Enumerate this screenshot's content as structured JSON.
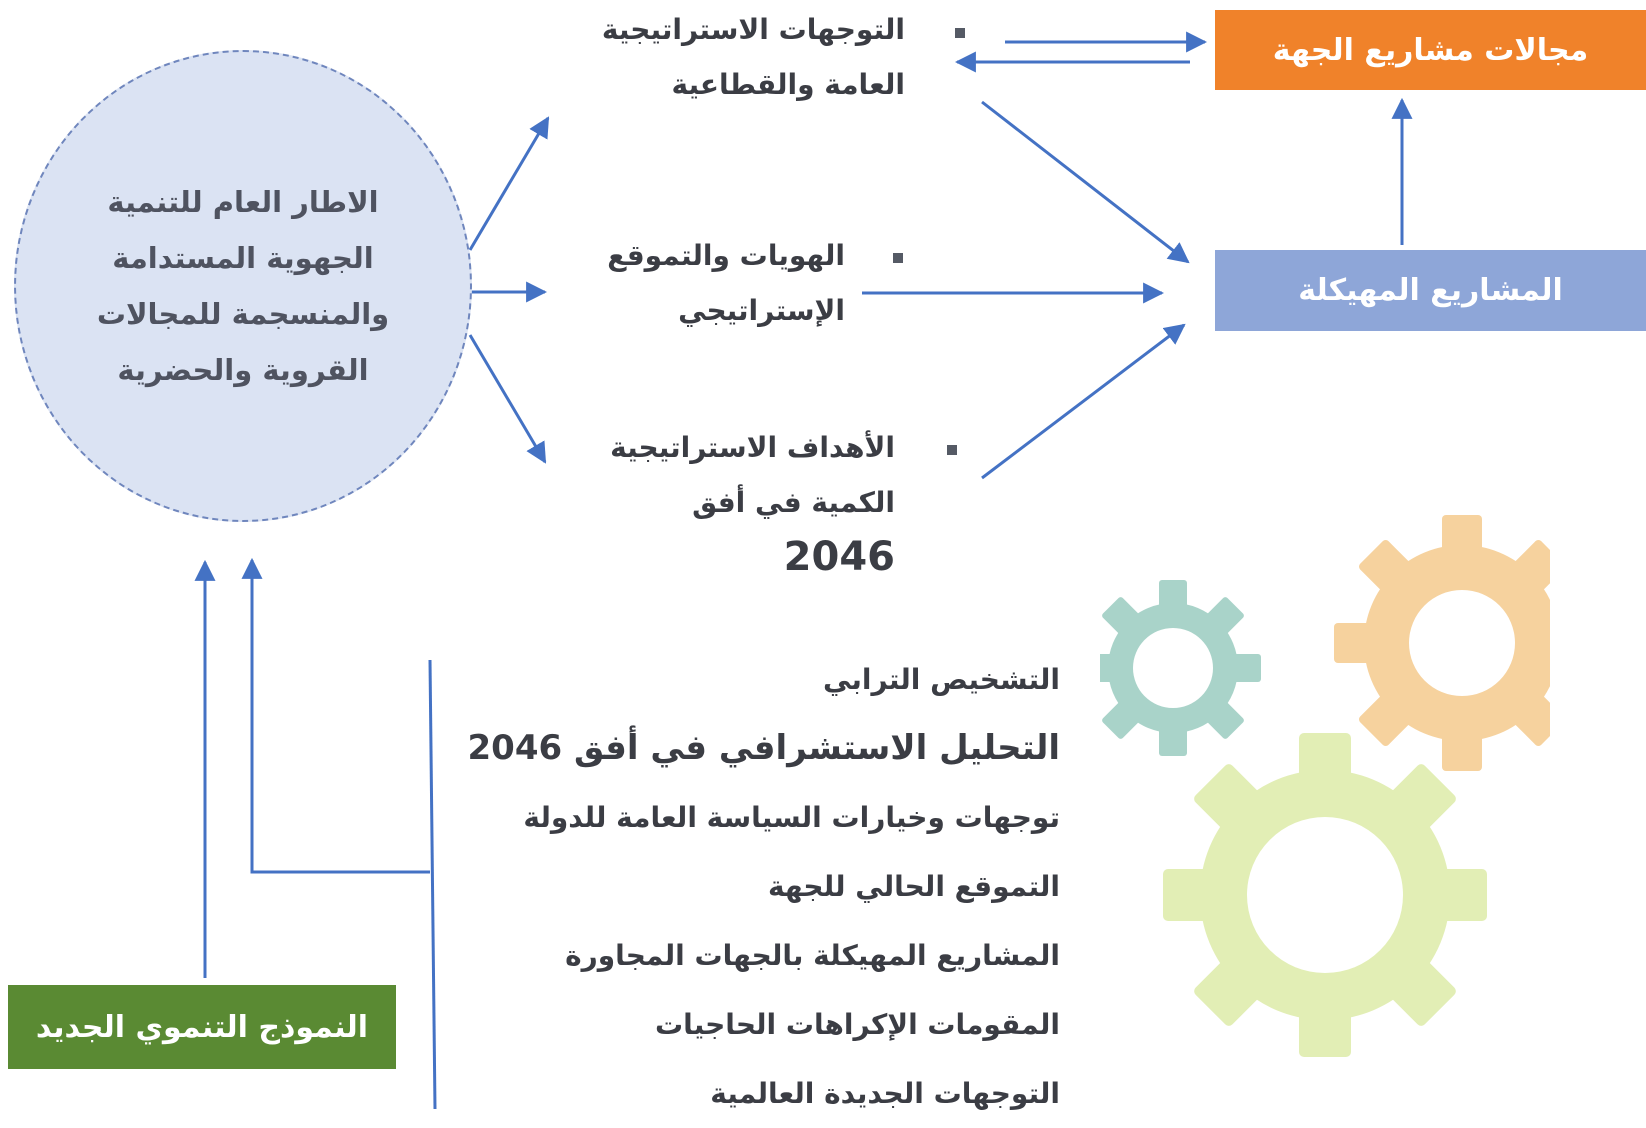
{
  "circle": {
    "lines": [
      "الاطار العام للتنمية",
      "الجهوية المستدامة",
      "والمنسجمة للمجالات",
      "القروية والحضرية"
    ]
  },
  "strategic_items": [
    {
      "lines": [
        "التوجهات الاستراتيجية",
        "العامة والقطاعية"
      ]
    },
    {
      "lines": [
        "الهويات والتموقع",
        "الإستراتيجي"
      ]
    },
    {
      "lines": [
        "الأهداف الاستراتيجية",
        "الكمية في أفق",
        "2046"
      ]
    }
  ],
  "boxes": {
    "project_domains": "مجالات مشاريع الجهة",
    "structural_projects": "المشاريع المهيكلة",
    "development_model": "النموذج التنموي الجديد"
  },
  "inputs": [
    "التشخيص الترابي",
    "التحليل الاستشرافي في أفق 2046",
    "توجهات وخيارات السياسة العامة للدولة",
    "التموقع الحالي للجهة",
    "المشاريع المهيكلة بالجهات المجاورة",
    "المقومات الإكراهات الحاجيات",
    "التوجهات الجديدة العالمية"
  ],
  "colors": {
    "arrow": "#4472c4",
    "orange_box": "#f0822a",
    "blue_box": "#8ea6d8",
    "green_box": "#5a8a33",
    "circle_fill": "#dbe3f3",
    "gear_teal": "#a9d3c9",
    "gear_orange": "#f6d29e",
    "gear_lime": "#e2eeb5"
  },
  "icons": [
    "gear-icon",
    "gear-icon",
    "gear-icon"
  ]
}
